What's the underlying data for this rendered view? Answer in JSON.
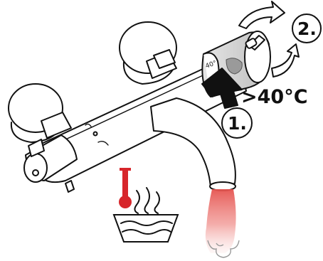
{
  "steps": {
    "step1_label": "1.",
    "step2_label": "2."
  },
  "temperature_label": ">40°C",
  "dial_marking": "40°",
  "icons": {
    "thermometer": "thermometer-icon",
    "hot_water": "hot-water-basin-icon",
    "rotate_arrow": "curved-rotate-arrow-icon",
    "push_arrow": "push-arrow-icon"
  },
  "colors": {
    "thermometer_red": "#d7262b",
    "water_flow_red": "#e86a66",
    "dial_highlight": "#c9c9c9"
  }
}
